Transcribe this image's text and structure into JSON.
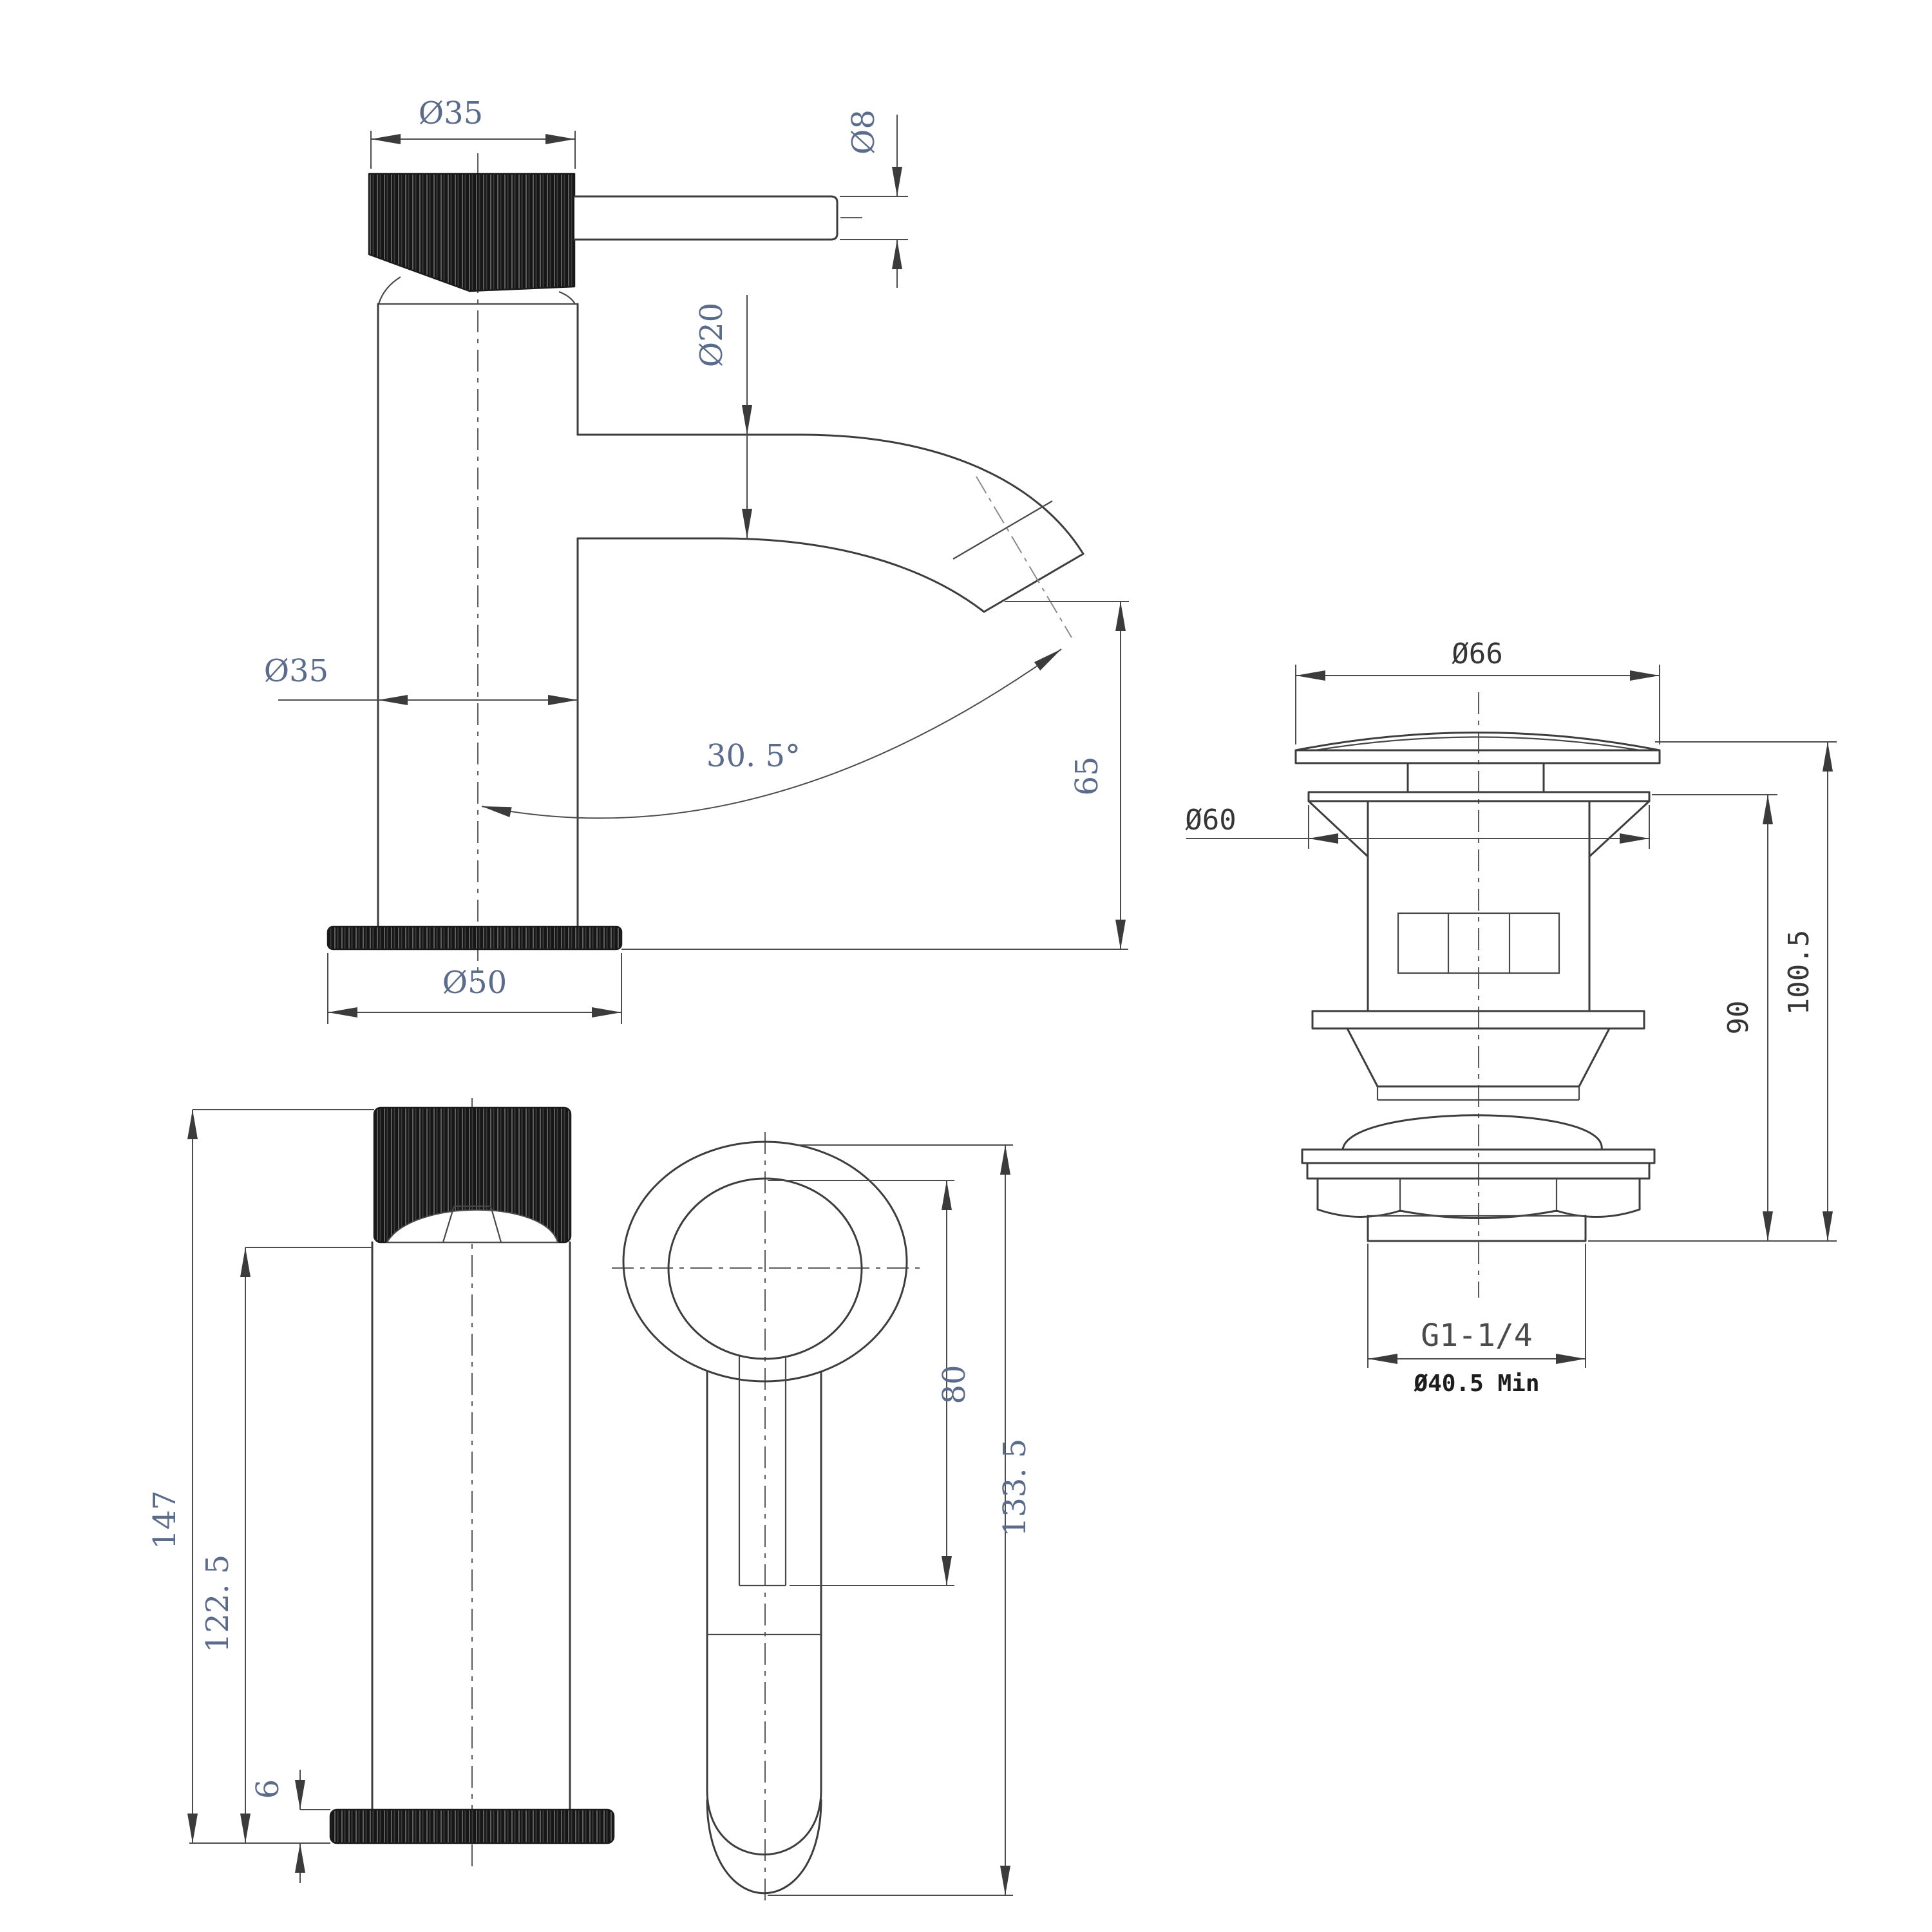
{
  "drawing_type": "technical-dimension-drawing",
  "colors": {
    "background": "#ffffff",
    "line": "#3d3d3d",
    "dimension_line": "#4c4c4c",
    "dimension_text_blue": "#5a6b8c",
    "dimension_text_dark": "#353535",
    "knurl_black": "#1b1b1b"
  },
  "labels": {
    "side": {
      "handle_dia": "Ø35",
      "lever_dia": "Ø8",
      "spout_dia": "Ø20",
      "body_dia": "Ø35",
      "spout_angle": "30. 5°",
      "spout_height": "65",
      "base_dia": "Ø50"
    },
    "front": {
      "total_height": "147",
      "body_height": "122. 5",
      "base_thickness": "6"
    },
    "top": {
      "inner_reach": "80",
      "total_reach": "133. 5"
    },
    "drain": {
      "cap_dia": "Ø66",
      "flange_dia": "Ø60",
      "body_length": "90",
      "total_length": "100.5",
      "thread_size": "G1-1/4",
      "min_hole": "Ø40.5 Min"
    }
  }
}
